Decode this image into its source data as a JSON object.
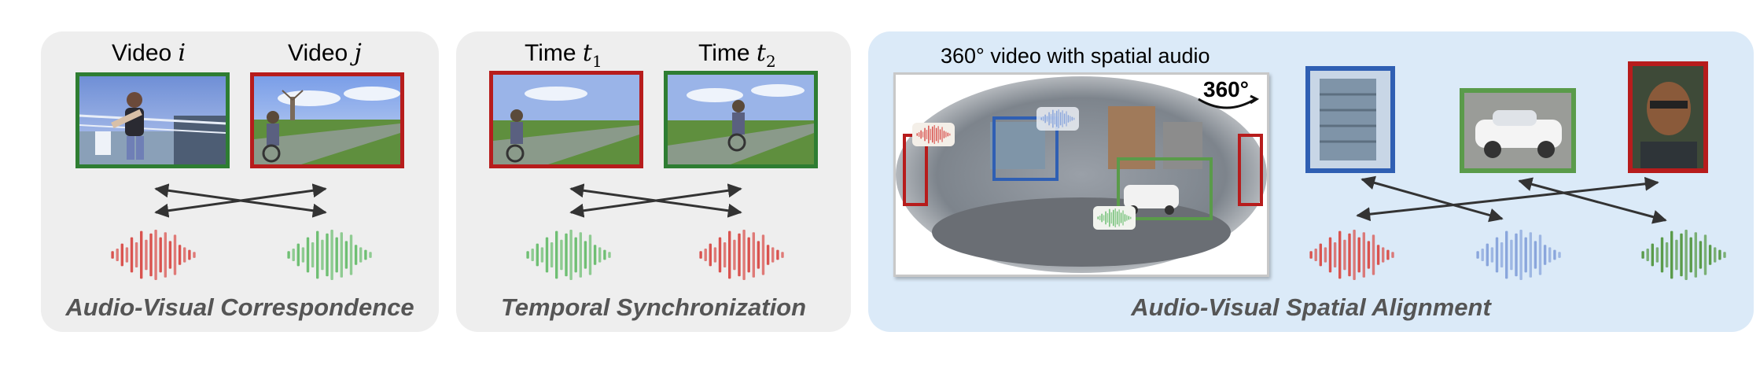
{
  "colors": {
    "green": "#2e7d32",
    "red": "#b71c1c",
    "blue": "#2f5fb3",
    "panel_gray": "#eeeeee",
    "panel_blue": "#dbeaf8",
    "caption": "#555555",
    "audio_red": "#d9534f",
    "audio_green": "#6fbf73",
    "audio_blue": "#8aa6dc",
    "audio_green_dark": "#5a9b4a"
  },
  "correspondence": {
    "video_i_label": "Video ",
    "video_i_var": "i",
    "video_j_label": "Video ",
    "video_j_var": "j",
    "caption": "Audio-Visual Correspondence"
  },
  "synchronization": {
    "time1_label": "Time ",
    "time1_var": "t",
    "time1_sub": "1",
    "time2_label": "Time ",
    "time2_var": "t",
    "time2_sub": "2",
    "caption": "Temporal Synchronization"
  },
  "spatial": {
    "title": "360° video with spatial audio",
    "badge": "360°",
    "caption": "Audio-Visual Spatial Alignment"
  },
  "icons": [
    "double-arrow-icon",
    "audio-waveform-icon",
    "360-badge-icon"
  ]
}
